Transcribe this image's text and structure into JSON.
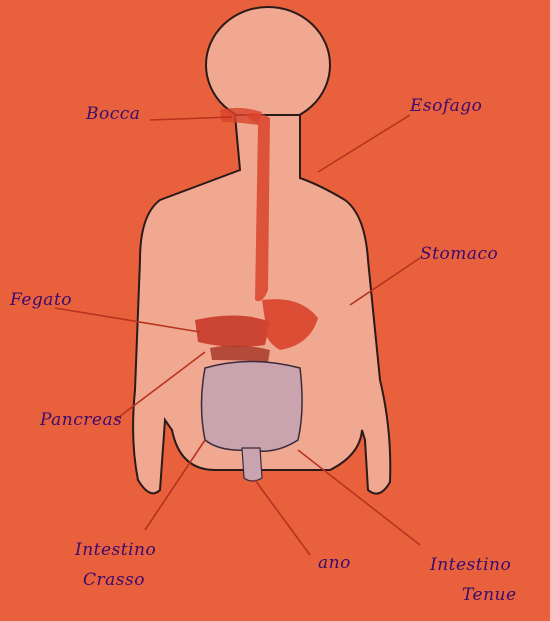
{
  "diagram": {
    "subject": "apparato digerente",
    "labels": {
      "bocca": "Bocca",
      "esofago": "Esofago",
      "stomaco": "Stomaco",
      "fegato": "Fegato",
      "pancreas": "Pancreas",
      "intestino_crasso_l1": "Intestino",
      "intestino_crasso_l2": "Crasso",
      "ano": "ano",
      "intestino_tenue_l1": "Intestino",
      "intestino_tenue_l2": "Tenue"
    },
    "colors": {
      "background": "#e8603c",
      "body": "#f0a990",
      "outline": "#2a1a1a",
      "organs": "#d9432c",
      "intestine": "#c9a3ad",
      "ink": "#3a0b6e"
    }
  }
}
